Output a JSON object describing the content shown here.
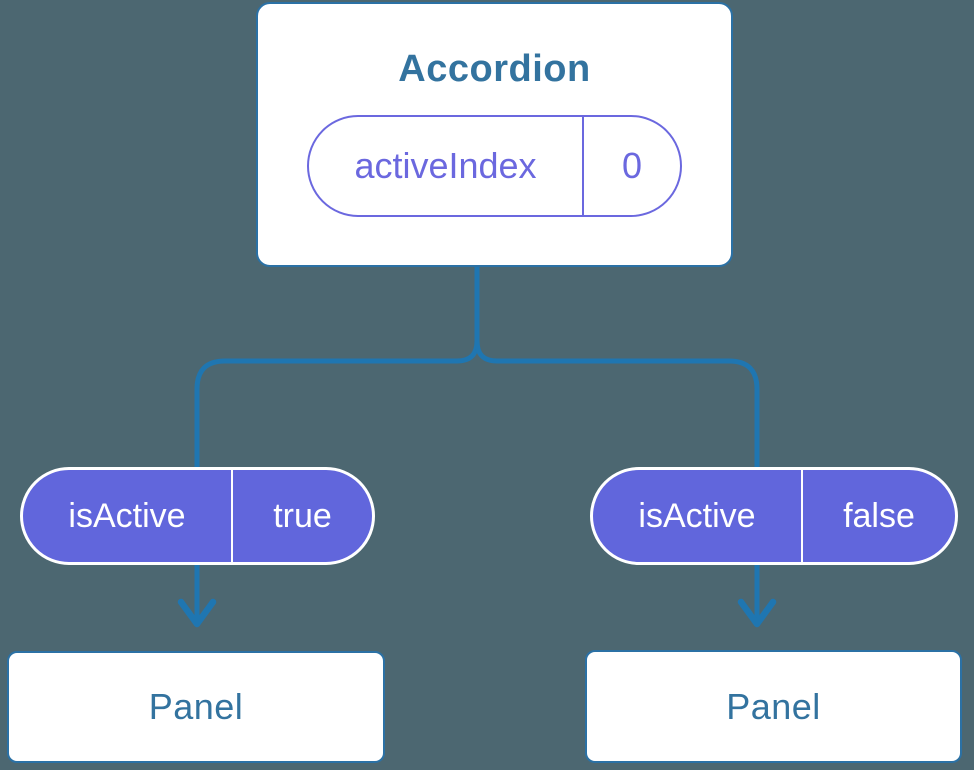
{
  "colors": {
    "bg": "#4c6771",
    "line": "#1f76b1",
    "card_border": "#2b71a5",
    "blue_text": "#33739f",
    "purple": "#6b68df",
    "purple_fill": "#6166dc",
    "white": "#ffffff"
  },
  "accordion": {
    "title": "Accordion",
    "state_pill": {
      "name": "activeIndex",
      "value": "0"
    }
  },
  "branches": [
    {
      "prop_pill": {
        "name": "isActive",
        "value": "true"
      },
      "panel": {
        "title": "Panel"
      }
    },
    {
      "prop_pill": {
        "name": "isActive",
        "value": "false"
      },
      "panel": {
        "title": "Panel"
      }
    }
  ]
}
